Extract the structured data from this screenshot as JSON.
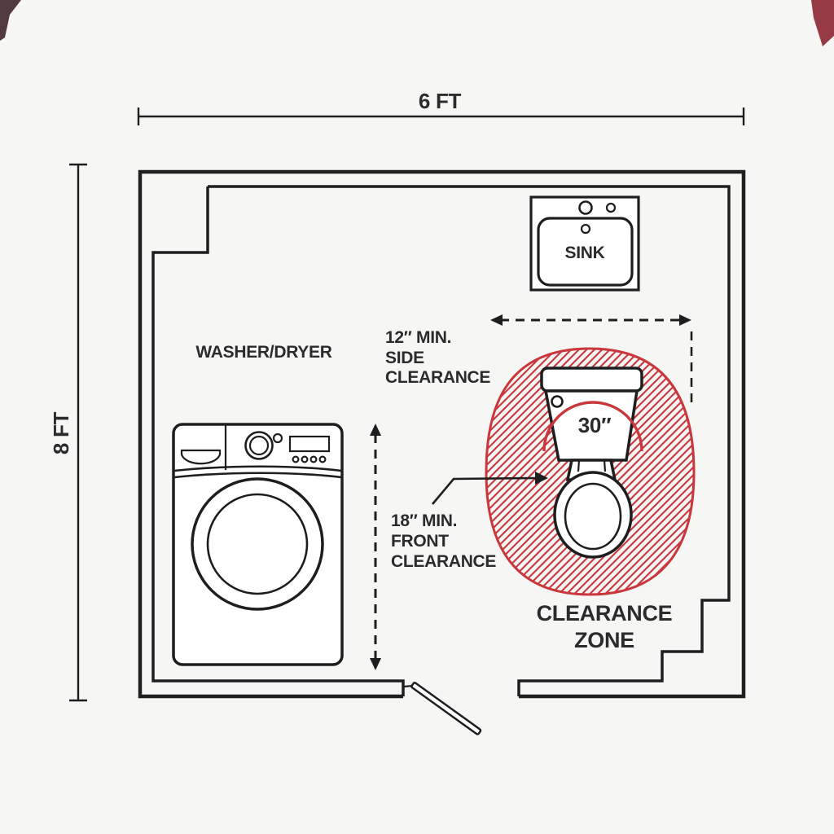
{
  "dimensions": {
    "width": "6 FT",
    "height": "8 FT"
  },
  "fixtures": {
    "sink": "SINK",
    "washer_dryer": "WASHER/DRYER",
    "toilet_radius": "30″"
  },
  "labels": {
    "side_clearance": [
      "12″ MIN.",
      "SIDE",
      "CLEARANCE"
    ],
    "front_clearance": [
      "18″ MIN.",
      "FRONT",
      "CLEARANCE"
    ],
    "clearance_zone": [
      "CLEARANCE",
      "ZONE"
    ]
  },
  "colors": {
    "line": "#1e1e1e",
    "text": "#2b2b2b",
    "red": "#c9373d",
    "background": "#f6f6f4"
  }
}
